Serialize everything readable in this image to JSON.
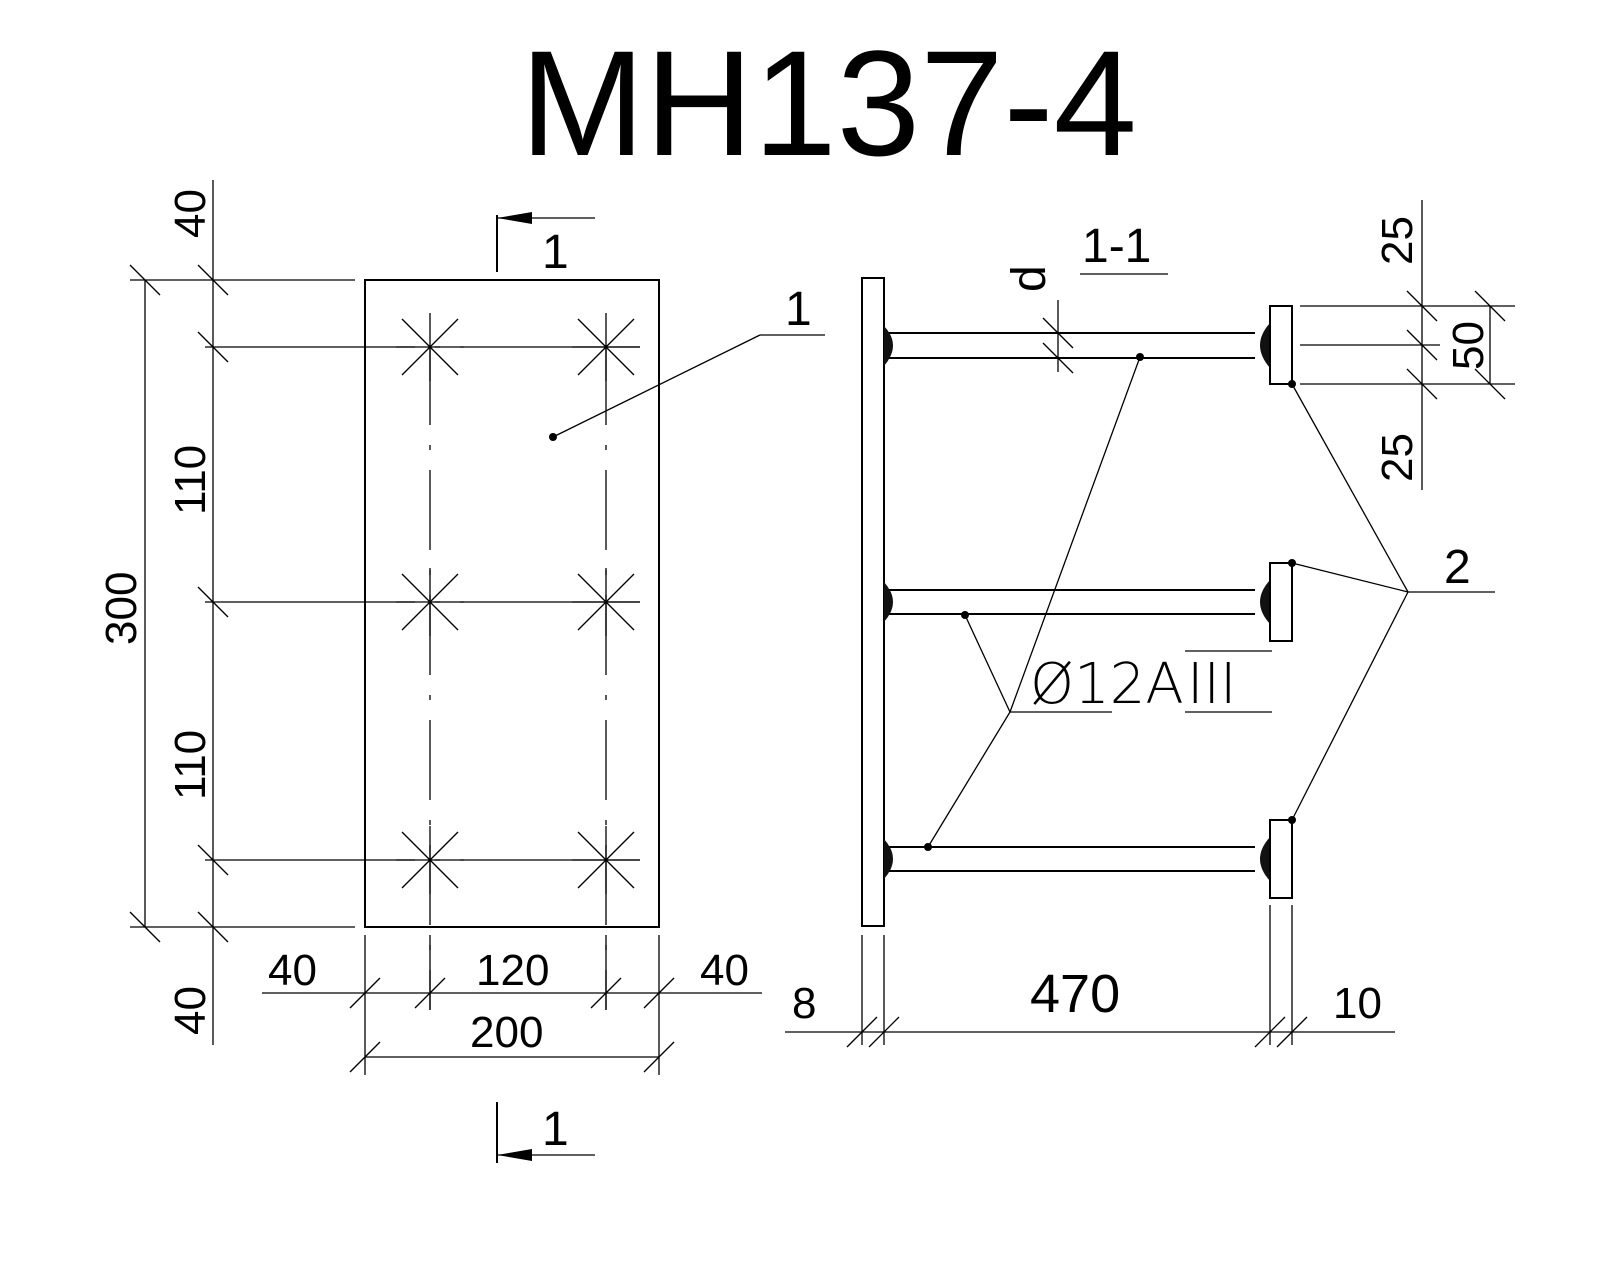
{
  "title": "MH137-4",
  "plan": {
    "dims": {
      "top_40": "40",
      "mid_110_a": "110",
      "mid_110_b": "110",
      "bottom_40": "40",
      "total_300": "300",
      "left_40": "40",
      "center_120": "120",
      "right_40": "40",
      "total_200": "200"
    },
    "section_mark_top": "1",
    "section_mark_bottom": "1",
    "leader_1": "1"
  },
  "section": {
    "title": "1-1",
    "d_label": "d",
    "dims": {
      "top_25": "25",
      "mid_50": "50",
      "bot_25": "25",
      "left_8": "8",
      "len_470": "470",
      "right_10": "10"
    },
    "leader_2": "2",
    "bar_label": "Ø12A",
    "bar_class": "III"
  }
}
